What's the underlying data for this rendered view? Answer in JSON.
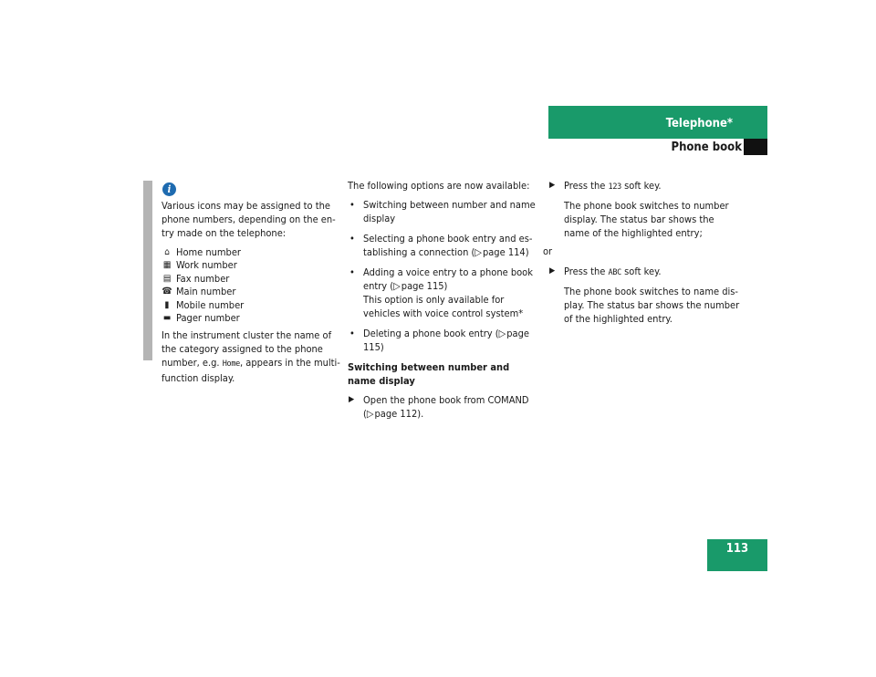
{
  "header": {
    "section": "Telephone*",
    "subsection": "Phone book",
    "page_number": "113"
  },
  "info_box": {
    "icon": "info-icon",
    "intro": "Various icons may be assigned to the phone numbers, depending on the en-try made on the telephone:",
    "icons": [
      {
        "icon": "home-icon",
        "glyph": "⌂",
        "label": "Home number"
      },
      {
        "icon": "work-icon",
        "glyph": "▦",
        "label": "Work number"
      },
      {
        "icon": "fax-icon",
        "glyph": "▤",
        "label": "Fax number"
      },
      {
        "icon": "main-phone-icon",
        "glyph": "☎",
        "label": "Main number"
      },
      {
        "icon": "mobile-icon",
        "glyph": "▮",
        "label": "Mobile number"
      },
      {
        "icon": "pager-icon",
        "glyph": "▬",
        "label": "Pager number"
      }
    ],
    "note_before": "In the instrument cluster the name of the category assigned to the phone number, e.g. ",
    "note_key": "Home",
    "note_after": ", appears in the multi-function display."
  },
  "column2": {
    "intro": "The following options are now available:",
    "bullets": [
      {
        "text": "Switching between number and name display"
      },
      {
        "text": "Selecting a phone book entry and es-tablishing a connection (",
        "ref": "page 114",
        "tail": ")"
      },
      {
        "text": "Adding a voice entry to a phone book entry (",
        "ref": "page 115",
        "tail": ")",
        "extra": "This option is only available for vehicles with voice control system*"
      },
      {
        "text": "Deleting a phone book entry (",
        "ref": "page 115",
        "tail": ")"
      }
    ],
    "subheading": "Switching between number and name display",
    "step": {
      "text": "Open the phone book from COMAND (",
      "ref": "page 112",
      "tail": ")."
    }
  },
  "column3": {
    "step1": {
      "before": "Press the ",
      "key": "123",
      "after": " soft key.",
      "result": "The phone book switches to number display. The status bar shows the name of the highlighted entry;"
    },
    "or": "or",
    "step2": {
      "before": "Press the ",
      "key": "ABC",
      "after": " soft key.",
      "result": "The phone book switches to name dis-play. The status bar shows the number of the highlighted entry."
    }
  },
  "glyphs": {
    "bullet": "•",
    "arrow": "▶",
    "ref_arrow": "▷"
  },
  "colors": {
    "accent": "#199a6a",
    "info_icon": "#1e6bb0",
    "info_bar": "#b4b4b4"
  }
}
